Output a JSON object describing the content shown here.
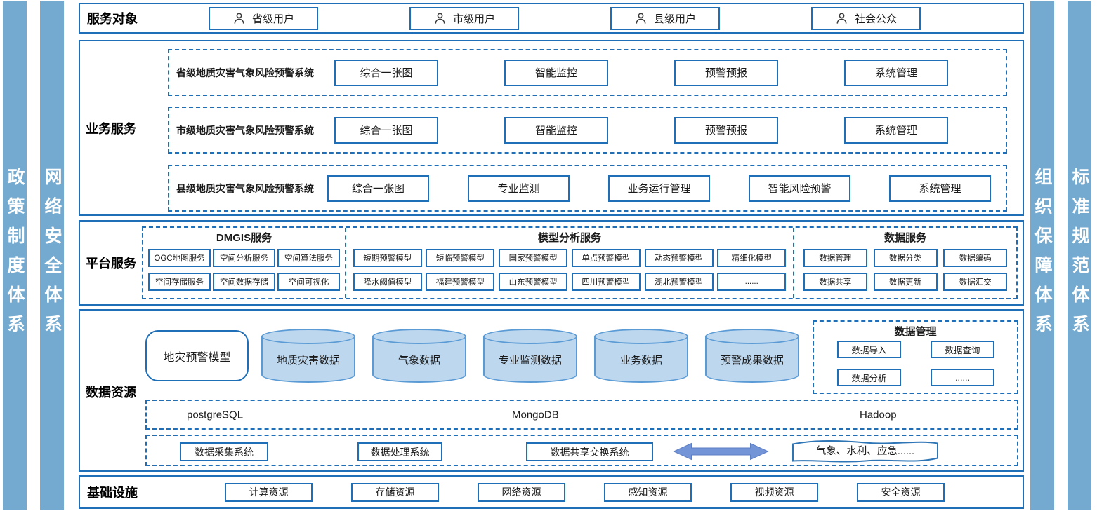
{
  "side_bars": {
    "left": [
      {
        "label": "政策制度体系"
      },
      {
        "label": "网络安全体系"
      }
    ],
    "right": [
      {
        "label": "组织保障体系"
      },
      {
        "label": "标准规范体系"
      }
    ]
  },
  "service_objects": {
    "label": "服务对象",
    "items": [
      "省级用户",
      "市级用户",
      "县级用户",
      "社会公众"
    ]
  },
  "business_services": {
    "label": "业务服务",
    "systems": [
      {
        "name": "省级地质灾害气象风险预警系统",
        "modules": [
          "综合一张图",
          "智能监控",
          "预警预报",
          "系统管理"
        ]
      },
      {
        "name": "市级地质灾害气象风险预警系统",
        "modules": [
          "综合一张图",
          "智能监控",
          "预警预报",
          "系统管理"
        ]
      },
      {
        "name": "县级地质灾害气象风险预警系统",
        "modules": [
          "综合一张图",
          "专业监测",
          "业务运行管理",
          "智能风险预警",
          "系统管理"
        ]
      }
    ]
  },
  "platform_services": {
    "label": "平台服务",
    "groups": [
      {
        "title": "DMGIS服务",
        "rows": [
          [
            "OGC地图服务",
            "空间分析服务",
            "空间算法服务"
          ],
          [
            "空间存储服务",
            "空间数据存储",
            "空间可视化"
          ]
        ]
      },
      {
        "title": "模型分析服务",
        "rows": [
          [
            "短期预警模型",
            "短临预警模型",
            "国家预警模型",
            "单点预警模型",
            "动态预警模型",
            "精细化模型"
          ],
          [
            "降水阈值模型",
            "福建预警模型",
            "山东预警模型",
            "四川预警模型",
            "湖北预警模型",
            "......"
          ]
        ]
      },
      {
        "title": "数据服务",
        "rows": [
          [
            "数据管理",
            "数据分类",
            "数据编码"
          ],
          [
            "数据共享",
            "数据更新",
            "数据汇交"
          ]
        ]
      }
    ]
  },
  "data_resources": {
    "label": "数据资源",
    "model_box": "地灾预警模型",
    "cylinders": [
      "地质灾害数据",
      "气象数据",
      "专业监测数据",
      "业务数据",
      "预警成果数据"
    ],
    "data_management": {
      "title": "数据管理",
      "items": [
        "数据导入",
        "数据查询",
        "数据分析",
        "......"
      ]
    },
    "databases": [
      "postgreSQL",
      "MongoDB",
      "Hadoop"
    ],
    "systems": [
      "数据采集系统",
      "数据处理系统",
      "数据共享交换系统"
    ],
    "external_sources": "气象、水利、应急......"
  },
  "infrastructure": {
    "label": "基础设施",
    "items": [
      "计算资源",
      "存储资源",
      "网络资源",
      "感知资源",
      "视频资源",
      "安全资源"
    ]
  },
  "colors": {
    "border_blue": "#1e6eb8",
    "sidebar_blue": "#74aacf",
    "cylinder_fill": "#bdd7ee",
    "cylinder_border": "#5b9bd5",
    "arrow_fill": "#7494d8",
    "wave_border": "#2e75b6"
  }
}
